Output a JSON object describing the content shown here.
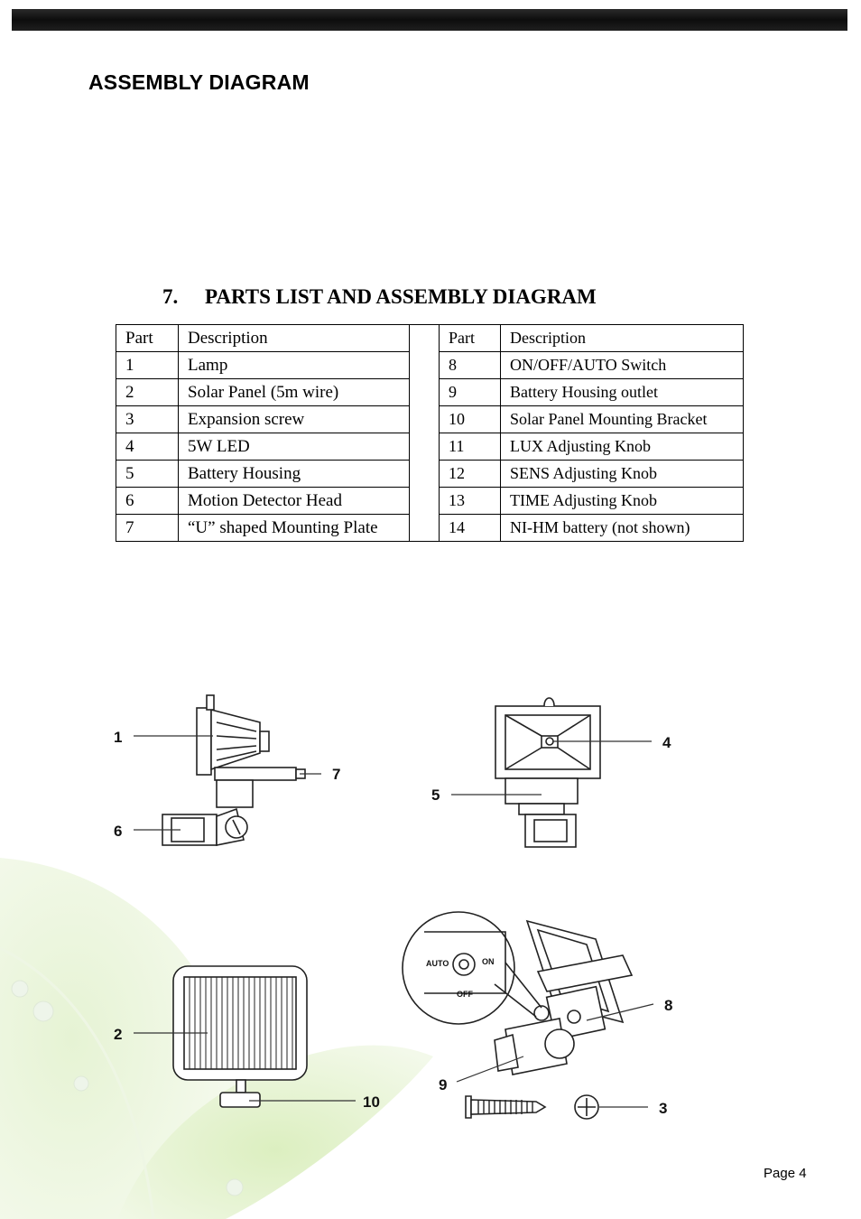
{
  "page": {
    "heading": "ASSEMBLY DIAGRAM",
    "page_number": "Page 4"
  },
  "section": {
    "number": "7.",
    "title": "PARTS LIST AND ASSEMBLY DIAGRAM"
  },
  "table": {
    "headers": [
      "Part",
      "Description",
      "Part",
      "Description"
    ],
    "rows": [
      {
        "part_a": "1",
        "desc_a": "Lamp",
        "part_b": "8",
        "desc_b": "ON/OFF/AUTO Switch"
      },
      {
        "part_a": "2",
        "desc_a": "Solar Panel (5m wire)",
        "part_b": "9",
        "desc_b": "Battery Housing outlet"
      },
      {
        "part_a": "3",
        "desc_a": "Expansion screw",
        "part_b": "10",
        "desc_b": "Solar Panel Mounting Bracket"
      },
      {
        "part_a": "4",
        "desc_a": "5W LED",
        "part_b": "11",
        "desc_b": "LUX Adjusting Knob"
      },
      {
        "part_a": "5",
        "desc_a": "Battery Housing",
        "part_b": "12",
        "desc_b": "SENS Adjusting Knob"
      },
      {
        "part_a": "6",
        "desc_a": "Motion Detector Head",
        "part_b": "13",
        "desc_b": "TIME Adjusting Knob"
      },
      {
        "part_a": "7",
        "desc_a": "“U” shaped Mounting Plate",
        "part_b": "14",
        "desc_b": "NI-HM battery (not shown)"
      }
    ]
  },
  "diagram": {
    "callouts": {
      "c1": "1",
      "c2": "2",
      "c3": "3",
      "c4": "4",
      "c5": "5",
      "c6": "6",
      "c7": "7",
      "c8": "8",
      "c9": "9",
      "c10": "10"
    },
    "switch_labels": {
      "auto": "AUTO",
      "on": "ON",
      "off": "OFF"
    }
  }
}
